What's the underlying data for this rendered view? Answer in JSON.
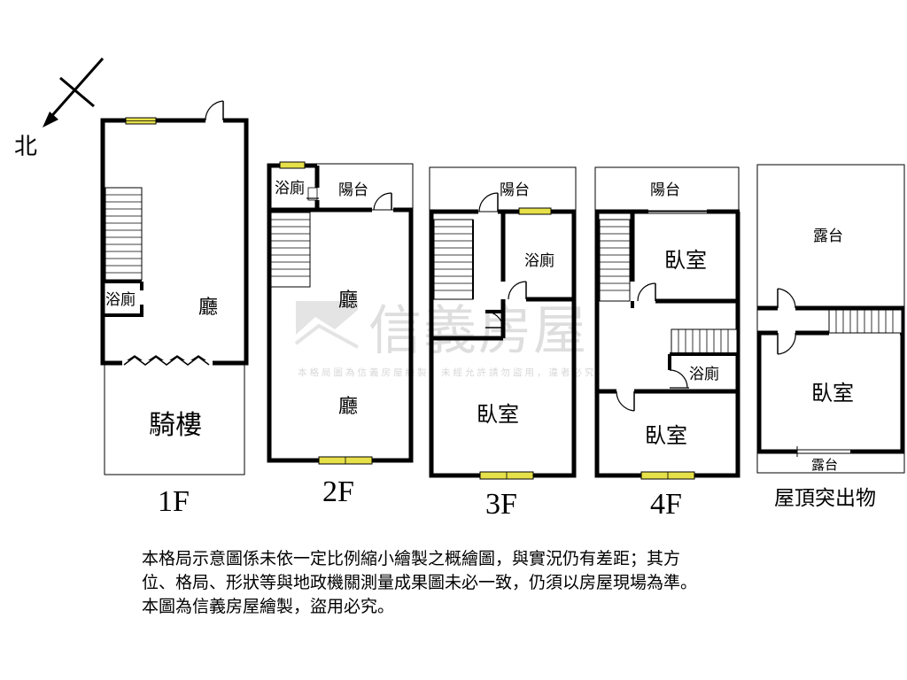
{
  "compass": {
    "label": "北"
  },
  "floors": {
    "f1": {
      "label": "1F",
      "rooms": {
        "hall": "廳",
        "wc": "浴廁",
        "arcade": "騎樓"
      }
    },
    "f2": {
      "label": "2F",
      "rooms": {
        "wc": "浴廁",
        "balcony": "陽台",
        "hall_top": "廳",
        "hall_bottom": "廳"
      }
    },
    "f3": {
      "label": "3F",
      "rooms": {
        "balcony": "陽台",
        "wc": "浴廁",
        "bedroom": "臥室"
      }
    },
    "f4": {
      "label": "4F",
      "rooms": {
        "balcony": "陽台",
        "bedroom_top": "臥室",
        "wc": "浴廁",
        "bedroom_bottom": "臥室"
      }
    },
    "roof": {
      "label": "屋頂突出物",
      "rooms": {
        "terrace_top": "露台",
        "bedroom": "臥室",
        "terrace_bottom": "露台"
      }
    }
  },
  "watermark": {
    "brand": "信義房屋",
    "notice": "本格局圖為信義房屋繪製，未經允許請勿盜用，違者必究"
  },
  "disclaimer": {
    "line1": "本格局示意圖係未依一定比例縮小繪製之概繪圖，與實況仍有差距；其方",
    "line2": "位、格局、形狀等與地政機關測量成果圖未必一致，仍須以房屋現場為準。",
    "line3": "本圖為信義房屋繪製，盜用必究。"
  },
  "colors": {
    "wall": "#000000",
    "window": "#e6e04a",
    "watermark": "#c9c9c9"
  }
}
